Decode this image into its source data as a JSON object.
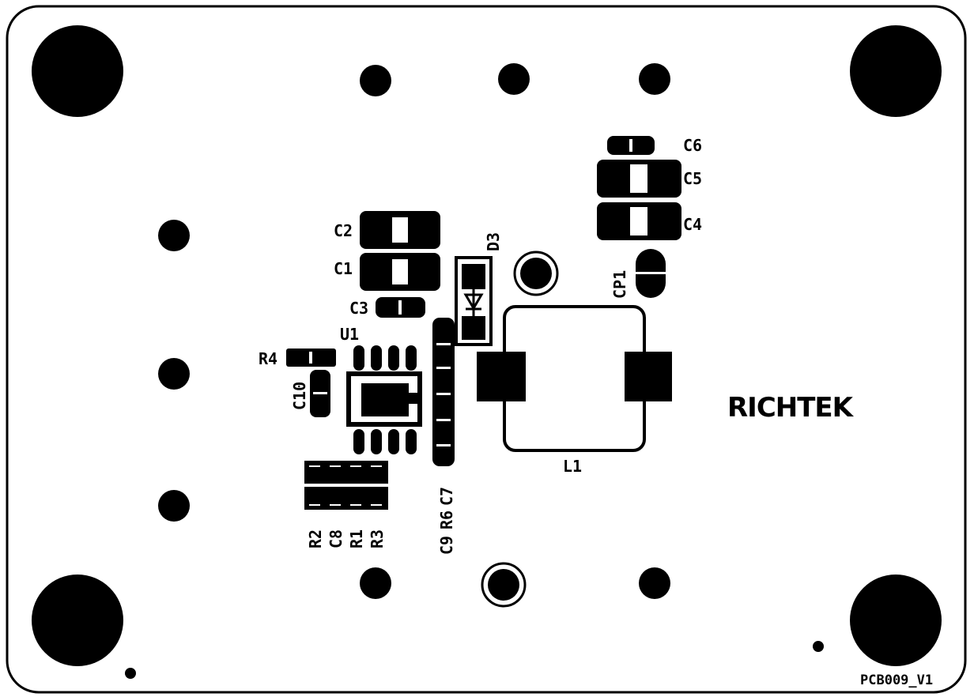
{
  "board": {
    "name": "PCB009_V1",
    "logo": "RICHTEK",
    "colors": {
      "silkscreen": "#000000",
      "background": "#ffffff"
    }
  },
  "components": {
    "c1": "C1",
    "c2": "C2",
    "c3": "C3",
    "c4": "C4",
    "c5": "C5",
    "c6": "C6",
    "c7": "C7",
    "c8": "C8",
    "c9": "C9",
    "c10": "C10",
    "r1": "R1",
    "r2": "R2",
    "r3": "R3",
    "r4": "R4",
    "r6": "R6",
    "u1": "U1",
    "d3": "D3",
    "l1": "L1",
    "cp1": "CP1"
  }
}
